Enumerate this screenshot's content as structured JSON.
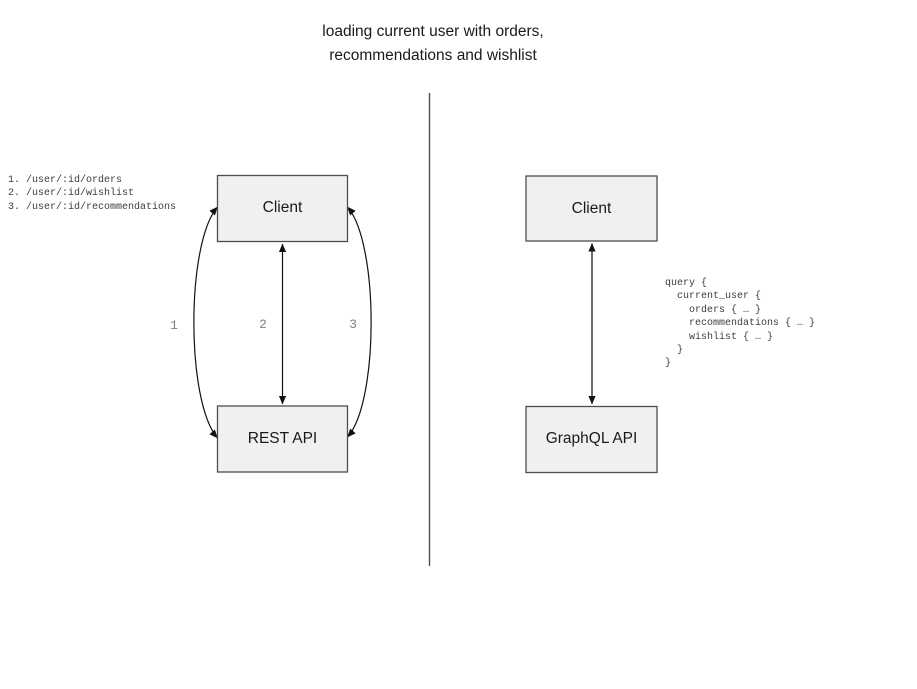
{
  "title": {
    "line1": "loading current user with orders,",
    "line2": "recommendations and wishlist"
  },
  "left_panel": {
    "endpoints": [
      "1. /user/:id/orders",
      "2. /user/:id/wishlist",
      "3. /user/:id/recommendations"
    ],
    "client_label": "Client",
    "api_label": "REST API",
    "arrow_labels": [
      "1",
      "2",
      "3"
    ]
  },
  "right_panel": {
    "client_label": "Client",
    "api_label": "GraphQL API",
    "query_lines": [
      "query {",
      "  current_user {",
      "    orders { … }",
      "    recommendations { … }",
      "    wishlist { … }",
      "  }",
      "}"
    ]
  },
  "colors": {
    "box_fill": "#f0f0f0",
    "box_border": "#4d4d4d",
    "arrow": "#111111",
    "divider": "#4f4f4f",
    "number_label": "#828282",
    "code_text": "#3d3d3d",
    "heading_text": "#1a1a1a"
  }
}
